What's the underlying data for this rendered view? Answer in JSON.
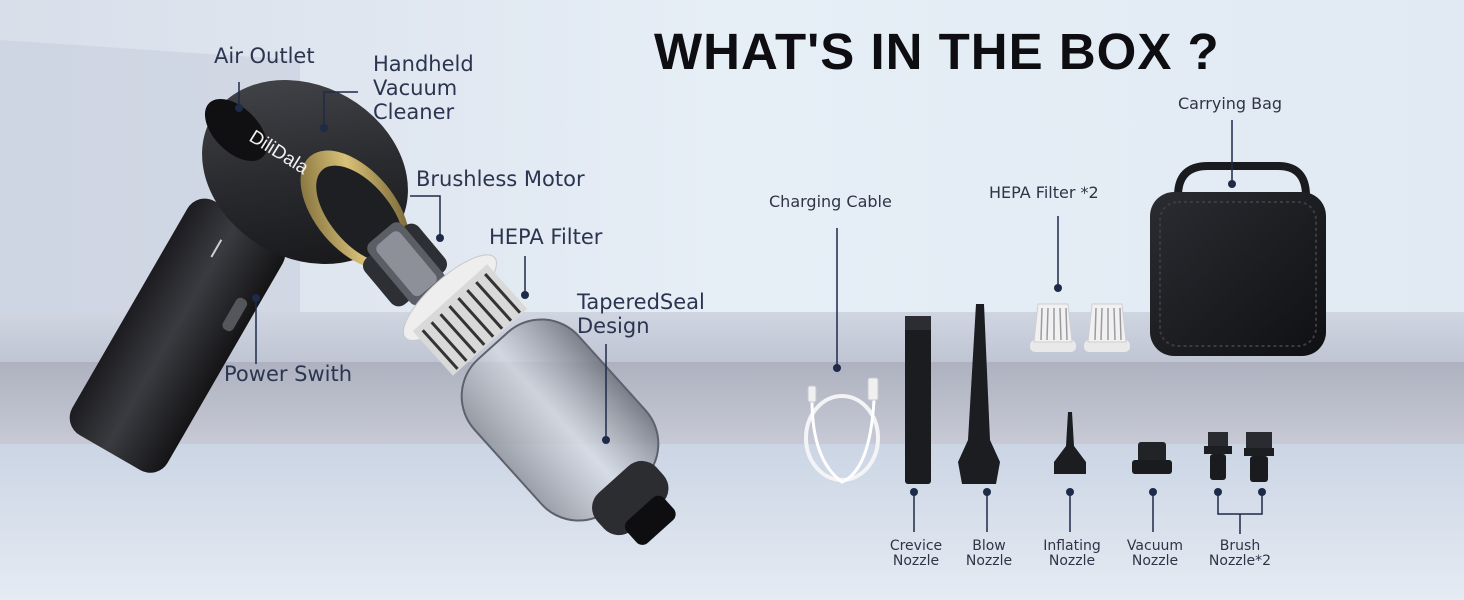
{
  "title": "WHAT'S IN THE BOX ?",
  "brand": "DiliDala",
  "product_labels": {
    "air_outlet": "Air Outlet",
    "handheld_line1": "Handheld",
    "handheld_line2": "Vacuum",
    "handheld_line3": "Cleaner",
    "brushless_motor": "Brushless Motor",
    "hepa_filter": "HEPA Filter",
    "tapered_line1": "TaperedSeal",
    "tapered_line2": "Design",
    "power_switch": "Power Swith"
  },
  "box_items": {
    "charging_cable": "Charging Cable",
    "hepa_filter_2": "HEPA Filter *2",
    "carrying_bag": "Carrying Bag",
    "crevice": [
      "Crevice",
      "Nozzle"
    ],
    "blow": [
      "Blow",
      "Nozzle"
    ],
    "inflating": [
      "Inflating",
      "Nozzle"
    ],
    "vacuum": [
      "Vacuum",
      "Nozzle"
    ],
    "brush": [
      "Brush",
      "Nozzle*2"
    ]
  },
  "colors": {
    "label": "#2b3550",
    "title": "#0d0d12",
    "marker": "#1d2a48",
    "background": "#dfe8f2",
    "shelf": "#c9ccd8"
  }
}
